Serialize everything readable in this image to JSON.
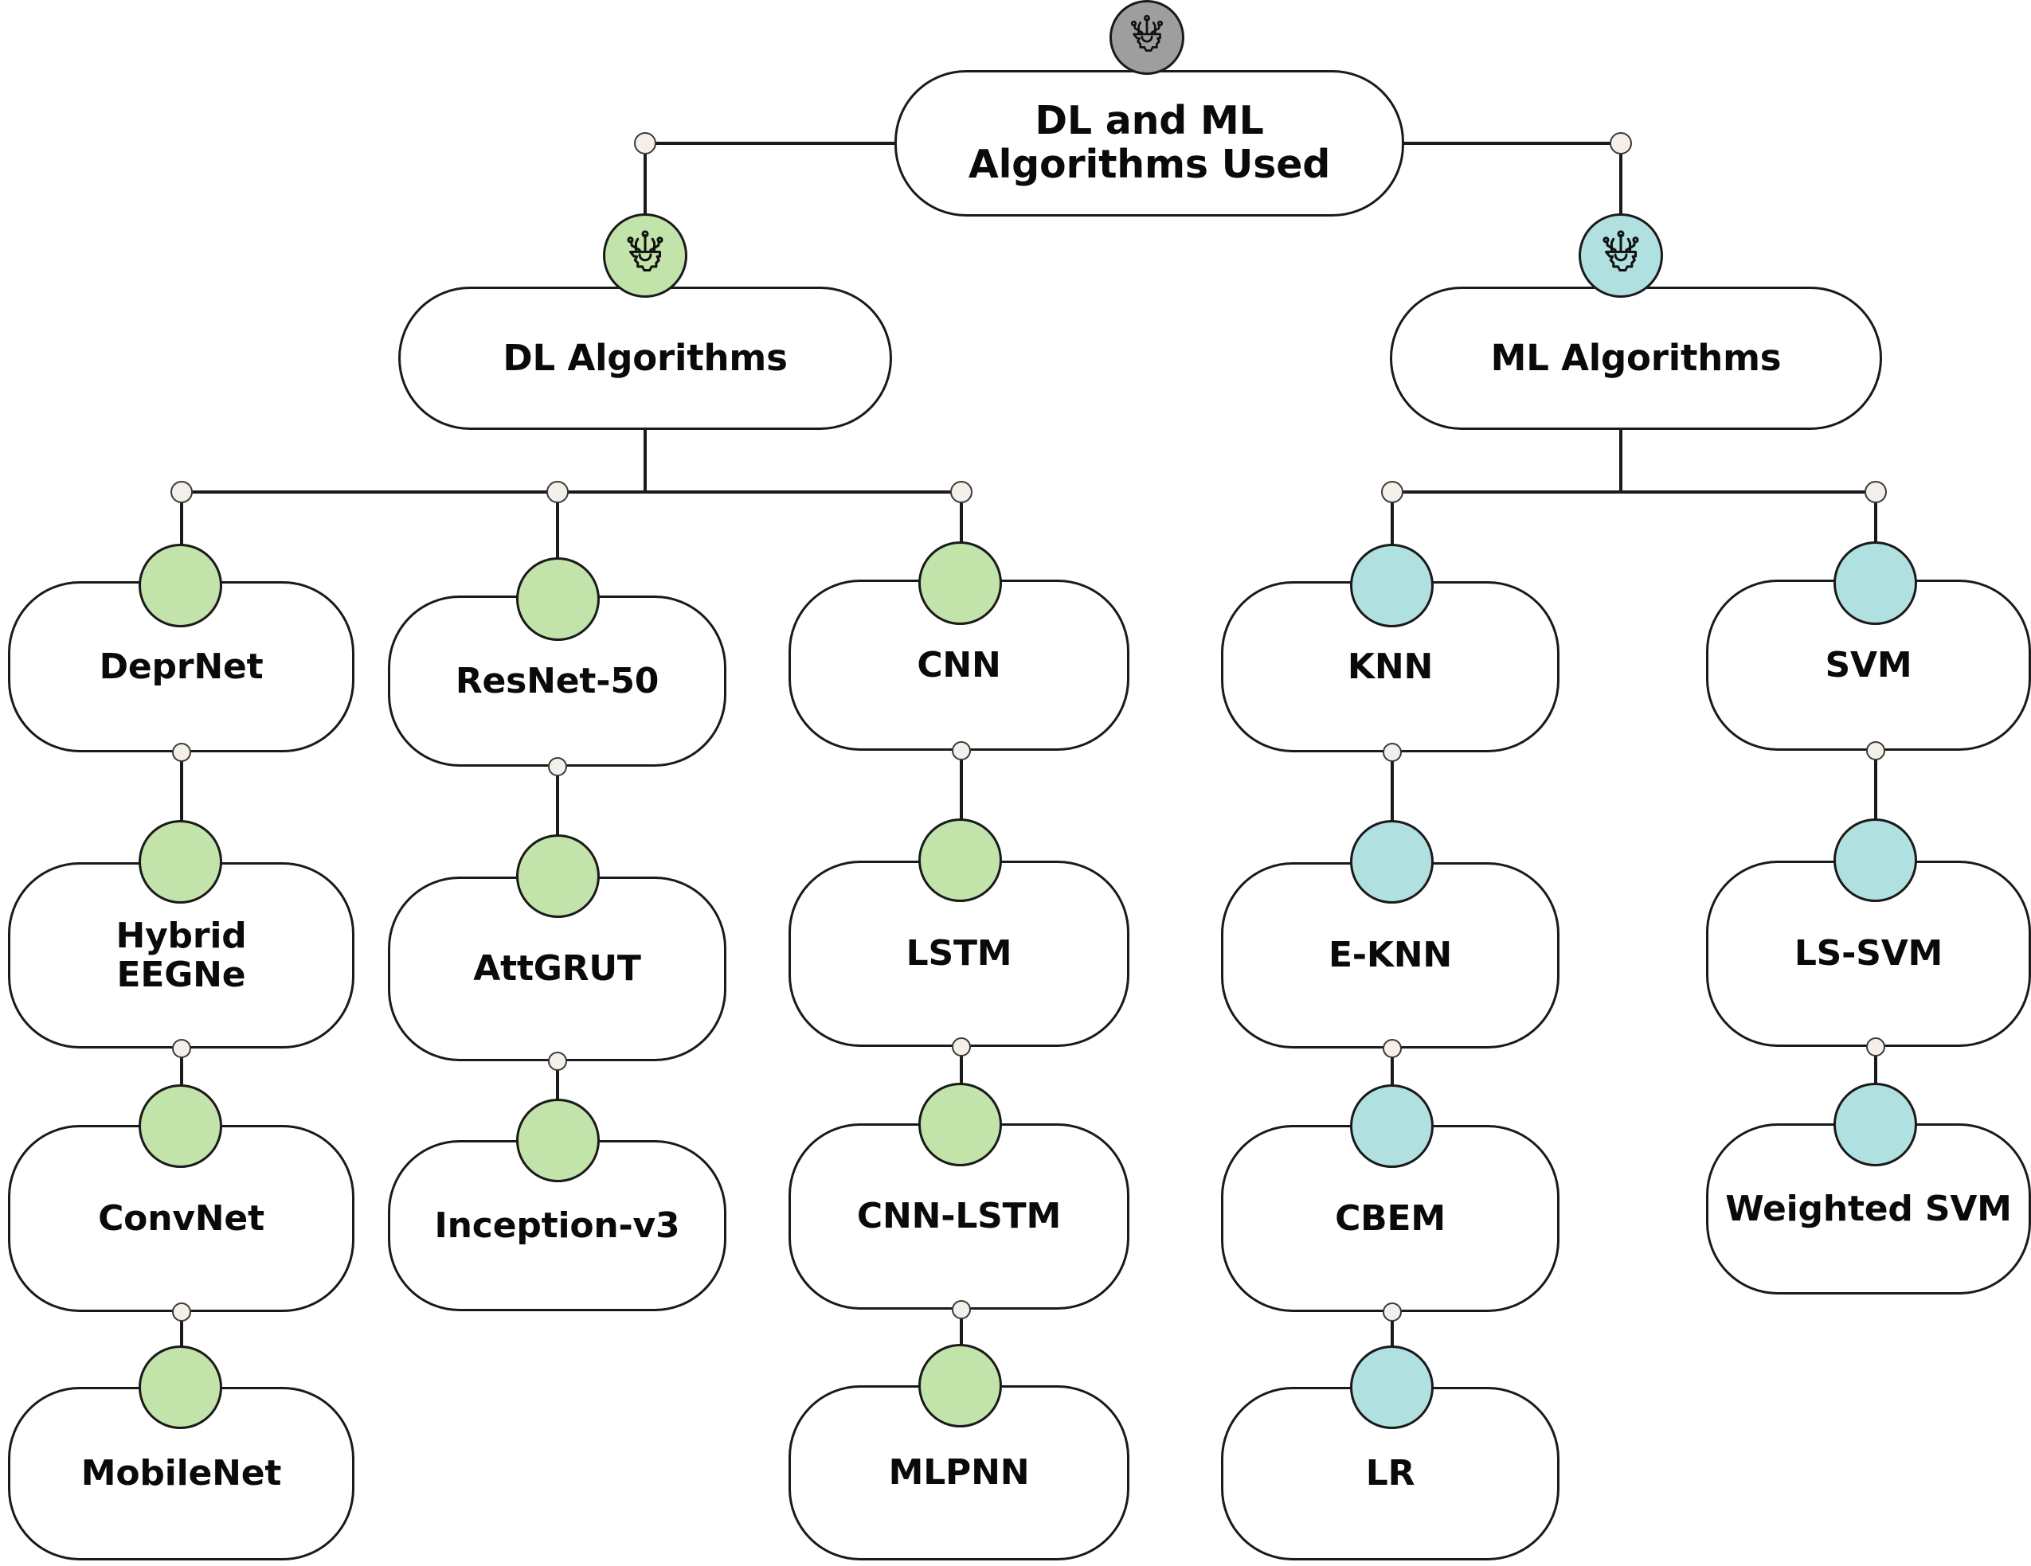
{
  "diagram": {
    "title": "DL and ML Algorithms Used",
    "type": "mind-map",
    "colors": {
      "root_badge": "#9e9e9e",
      "dl_badge": "#c2e3a9",
      "ml_badge": "#b0e0e0",
      "dl_node_circle": "#c2e3a9",
      "ml_node_circle": "#b0e0e0",
      "connector_dot": "#f4efe8",
      "stroke": "#1a1a1a",
      "background": "#ffffff"
    },
    "root": {
      "label": "DL and ML\nAlgorithms Used",
      "icon": "ai-gear-icon"
    },
    "branches": [
      {
        "id": "dl",
        "label": "DL Algorithms",
        "icon": "ai-gear-icon",
        "accent": "#c2e3a9",
        "columns": [
          {
            "id": "dl-col-1",
            "items": [
              "DeprNet",
              "Hybrid\nEEGNe",
              "ConvNet",
              "MobileNet"
            ]
          },
          {
            "id": "dl-col-2",
            "items": [
              "ResNet-50",
              "AttGRUT",
              "Inception-v3"
            ]
          },
          {
            "id": "dl-col-3",
            "items": [
              "CNN",
              "LSTM",
              "CNN-LSTM",
              "MLPNN"
            ]
          }
        ]
      },
      {
        "id": "ml",
        "label": "ML  Algorithms",
        "icon": "ai-gear-icon",
        "accent": "#b0e0e0",
        "columns": [
          {
            "id": "ml-col-1",
            "items": [
              "KNN",
              "E-KNN",
              "CBEM",
              "LR"
            ]
          },
          {
            "id": "ml-col-2",
            "items": [
              "SVM",
              "LS-SVM",
              "Weighted SVM"
            ]
          }
        ]
      }
    ]
  }
}
